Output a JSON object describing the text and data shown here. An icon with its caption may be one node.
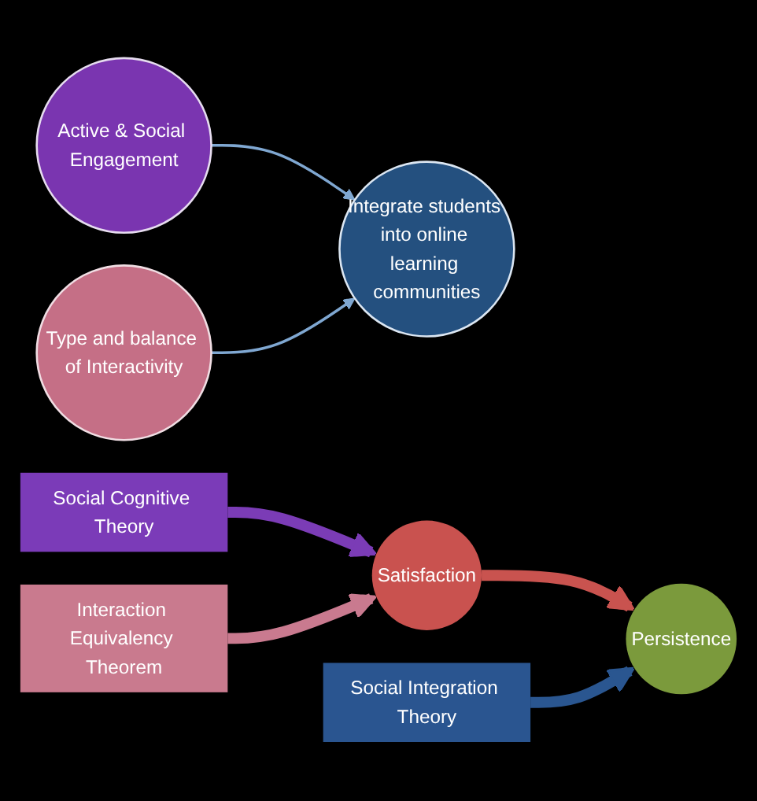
{
  "diagram": {
    "nodes": [
      {
        "text": [
          "Active & Social Engagement"
        ]
      },
      {
        "text": [
          "Social Cognitive Theory"
        ]
      },
      {
        "text": [
          "Type and balance of Interactivity"
        ]
      },
      {
        "text": [
          "Interaction Equivalency Theorem"
        ]
      },
      {
        "text": [
          "Integrate students into online learning communities"
        ]
      },
      {
        "text": [
          "Social Integration Theory"
        ]
      },
      {
        "text": [
          "Satisfaction"
        ]
      },
      {
        "text": [
          "Persistence"
        ]
      }
    ],
    "edges": [
      {
        "from": 0,
        "to": 4,
        "arrow": "to",
        "color": "#7fa7d1"
      },
      {
        "from": 2,
        "to": 4,
        "arrow": "to",
        "color": "#7fa7d1"
      },
      {
        "from": 1,
        "to": 6,
        "arrow": "to",
        "color": "#7b3cb6"
      },
      {
        "from": 3,
        "to": 6,
        "arrow": "to",
        "color": "#c97a8f"
      },
      {
        "from": 6,
        "to": 7,
        "arrow": "to",
        "color": "#c9534f"
      },
      {
        "from": 5,
        "to": 7,
        "arrow": "to",
        "color": "#2a5690"
      }
    ]
  }
}
